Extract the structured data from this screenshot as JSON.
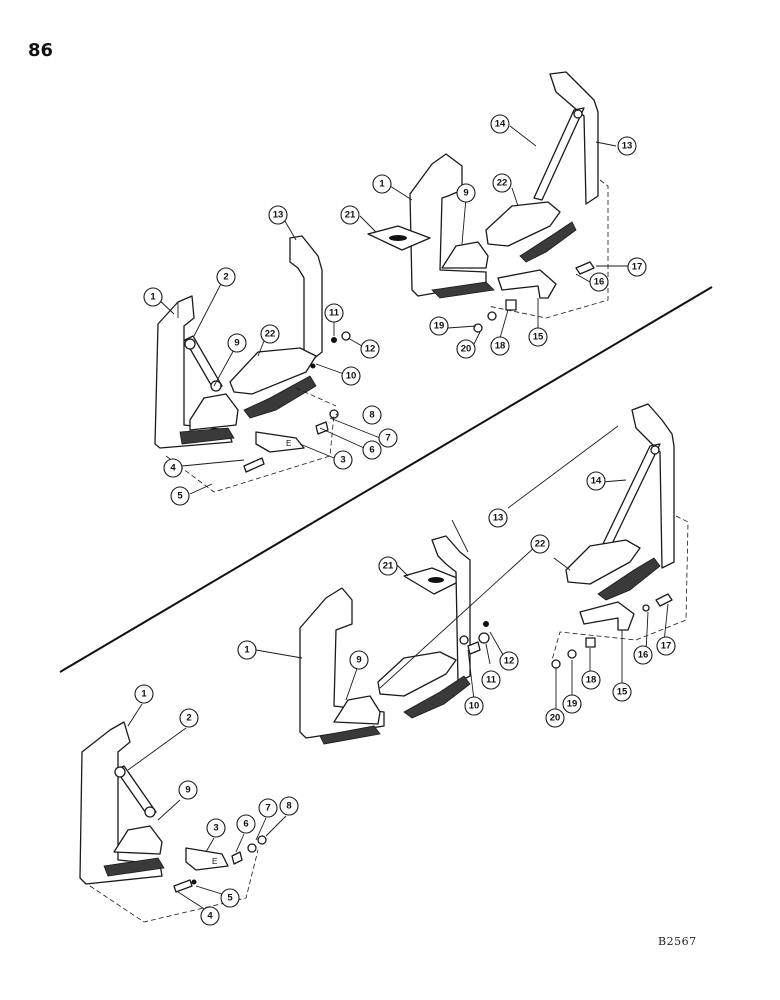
{
  "page_number": "86",
  "figure_code": "B2567",
  "callouts": {
    "upper_left": [
      "1",
      "2",
      "9",
      "22",
      "13",
      "11",
      "12",
      "10",
      "8",
      "7",
      "6",
      "3",
      "4",
      "5"
    ],
    "upper_right": [
      "1",
      "21",
      "9",
      "22",
      "14",
      "13",
      "17",
      "16",
      "15",
      "18",
      "19",
      "20"
    ],
    "lower_middle": [
      "13",
      "21",
      "22",
      "1",
      "9",
      "10",
      "11",
      "12"
    ],
    "lower_right": [
      "14",
      "17",
      "16",
      "15",
      "18",
      "19",
      "20"
    ],
    "lower_left": [
      "1",
      "2",
      "9",
      "3",
      "6",
      "7",
      "8",
      "5",
      "4"
    ]
  }
}
